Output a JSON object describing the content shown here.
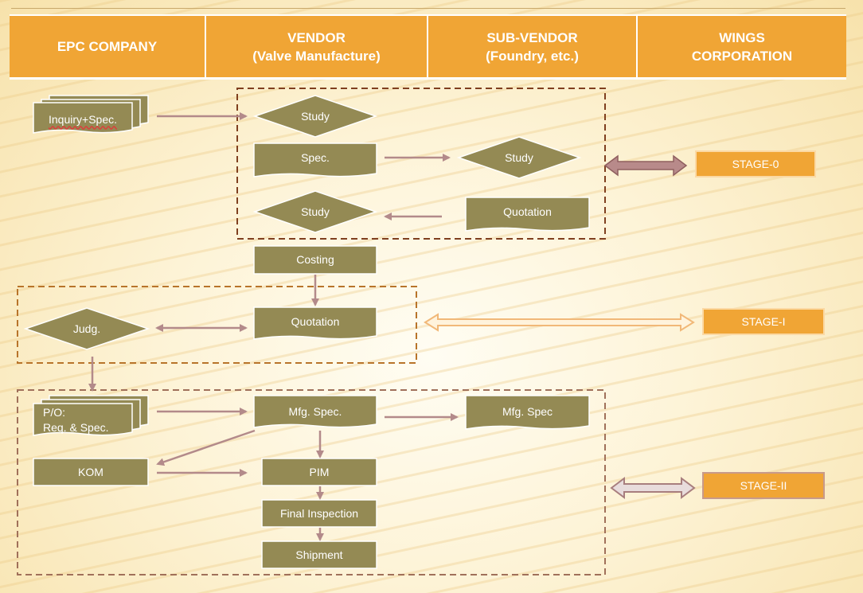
{
  "header": {
    "columns": [
      {
        "line1": "EPC COMPANY",
        "line2": ""
      },
      {
        "line1": "VENDOR",
        "line2": "(Valve Manufacture)"
      },
      {
        "line1": "SUB-VENDOR",
        "line2": "(Foundry, etc.)"
      },
      {
        "line1": "WINGS",
        "line2": "CORPORATION"
      }
    ]
  },
  "stages": {
    "stage0": "STAGE-0",
    "stage1": "STAGE-I",
    "stage2": "STAGE-II"
  },
  "nodes": {
    "inquiry": "Inquiry+Spec.",
    "study1": "Study",
    "spec": "Spec.",
    "study2": "Study",
    "study3": "Study",
    "quotation_sub": "Quotation",
    "costing": "Costing",
    "judg": "Judg.",
    "quotation_vendor": "Quotation",
    "po_line1": "P/O:",
    "po_line2": "Req. & Spec.",
    "mfg_spec": "Mfg. Spec.",
    "mfg_spec_sub": "Mfg. Spec",
    "kom": "KOM",
    "pim": "PIM",
    "final_inspection": "Final Inspection",
    "shipment": "Shipment"
  },
  "colors": {
    "header_bg": "#f0a535",
    "node_fill": "#948a54",
    "arrow": "#b38a8a",
    "dash_border": "#7f3f1f"
  }
}
